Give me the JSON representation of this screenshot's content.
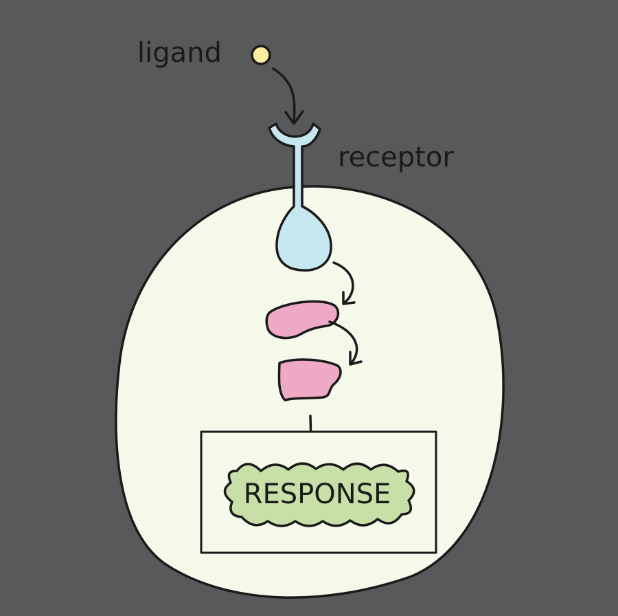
{
  "labels": {
    "ligand": "ligand",
    "receptor": "receptor",
    "response": "RESPONSE"
  },
  "colors": {
    "background": "#58595b",
    "cell": "#f5f9ea",
    "ligand": "#fbeda0",
    "receptor": "#c6e6f0",
    "relay_protein": "#eeaac4",
    "response": "#c8e0a8",
    "outline": "#1a1a1a"
  }
}
